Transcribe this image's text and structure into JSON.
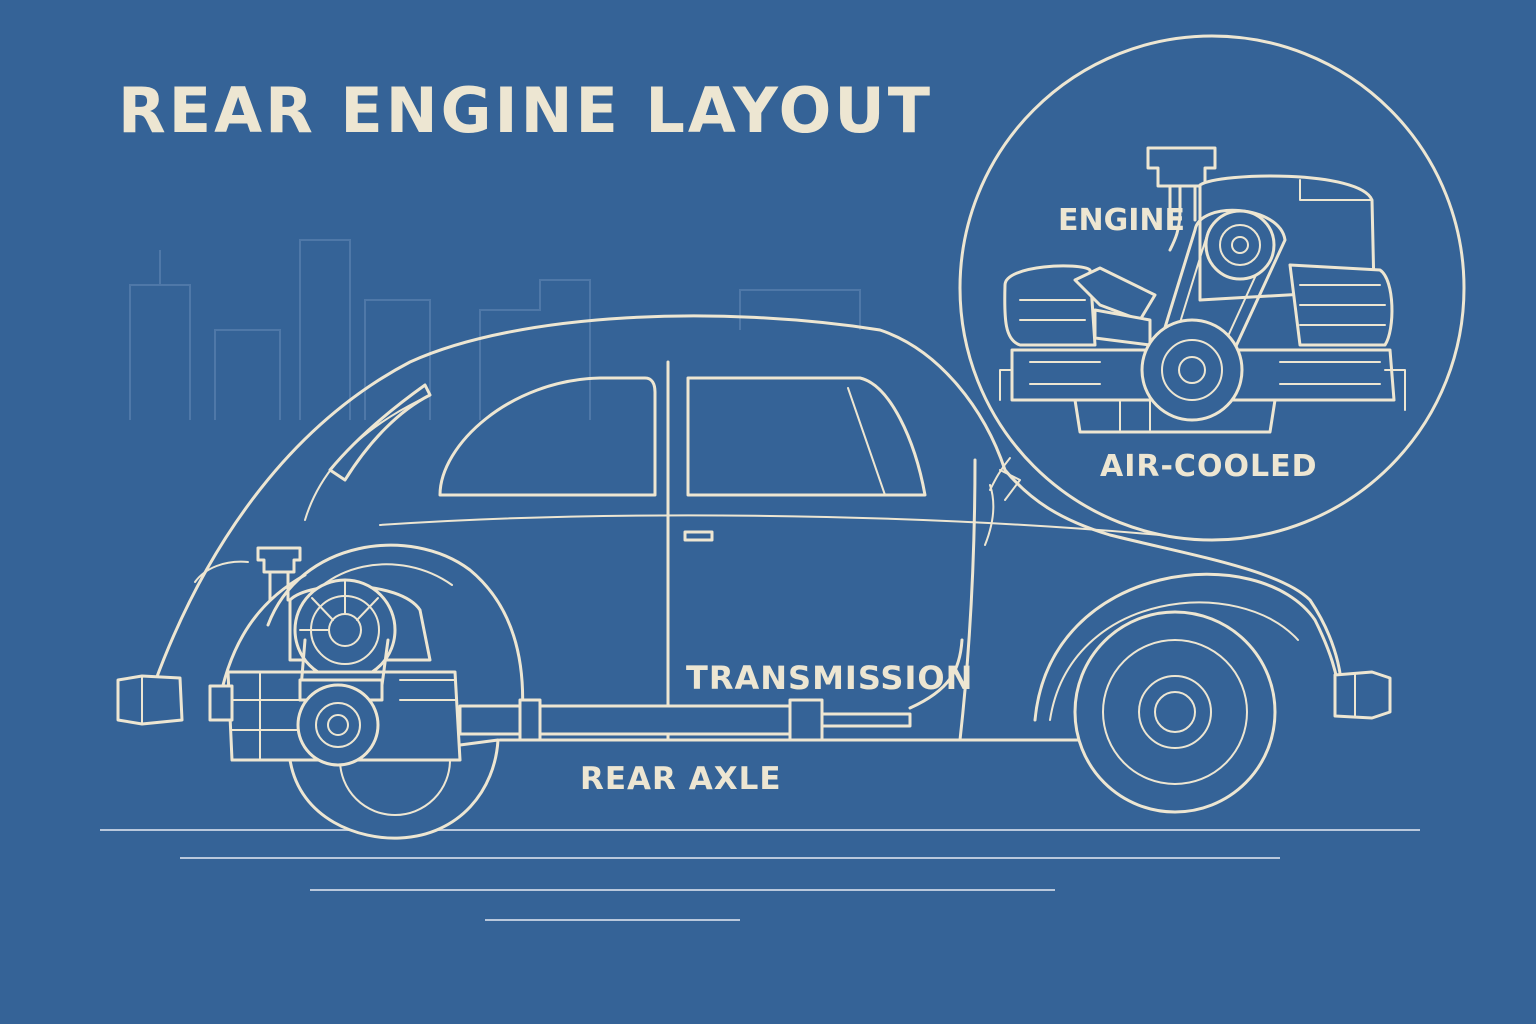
{
  "title": "REAR ENGINE LAYOUT",
  "labels": {
    "engine": "ENGINE",
    "air_cooled": "AIR-COOLED",
    "transmission": "TRANSMISSION",
    "rear_axle": "REAR AXLE"
  },
  "colors": {
    "background": "#356397",
    "line": "#ede6d2",
    "faint_line": "#6f93bd"
  }
}
